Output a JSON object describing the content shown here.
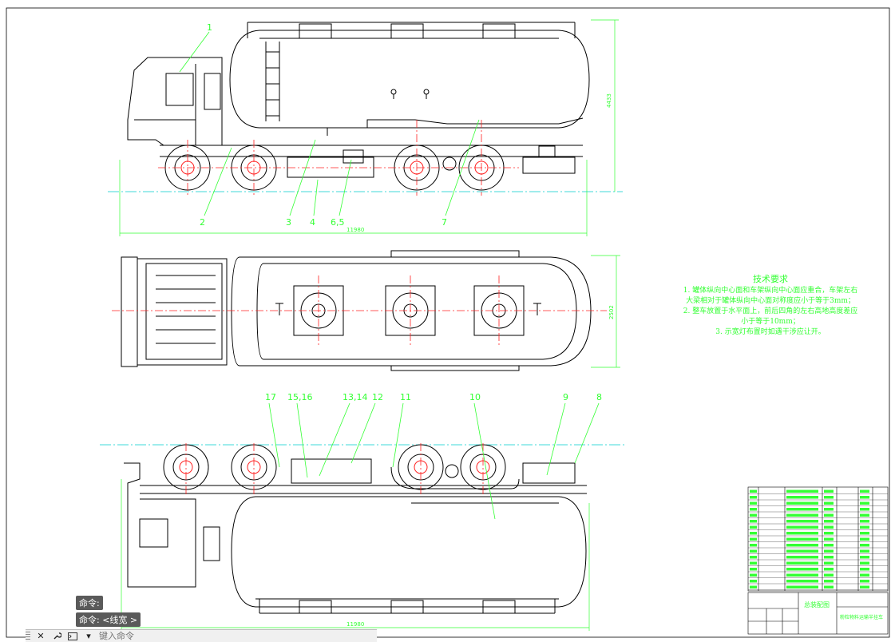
{
  "dimensions": {
    "side_height": "4433",
    "side_length": "11980",
    "top_width": "2502",
    "bottom_length": "11980"
  },
  "part_callouts": [
    "1",
    "2",
    "3",
    "4",
    "6,5",
    "7",
    "17",
    "15,16",
    "13,14",
    "12",
    "11",
    "10",
    "9",
    "8"
  ],
  "technical_requirements": {
    "title": "技术要求",
    "lines": [
      "1. 罐体纵向中心面和车架纵向中心面应重合，车架左右",
      "大梁相对于罐体纵向中心面对称度应小于等于3mm；",
      "2. 整车放置于水平面上，前后四角的左右高地高度差应",
      "小于等于10mm；",
      "3. 示宽灯布置时如遇干涉应让开。"
    ]
  },
  "title_block": {
    "drawing_name": "总装配图",
    "product_name": "粉粒物料运输半挂车"
  },
  "command_line": {
    "history": [
      "命令:",
      "命令: <线宽 >"
    ],
    "placeholder": "键入命令"
  },
  "colors": {
    "background": "#ffffff",
    "outline": "#000000",
    "leader": "#33ff33",
    "centerline": "#ff2222",
    "axis": "#00cccc"
  },
  "icons": [
    "close-icon",
    "wrench-icon",
    "command-prompt-icon",
    "chevron-down-icon"
  ]
}
